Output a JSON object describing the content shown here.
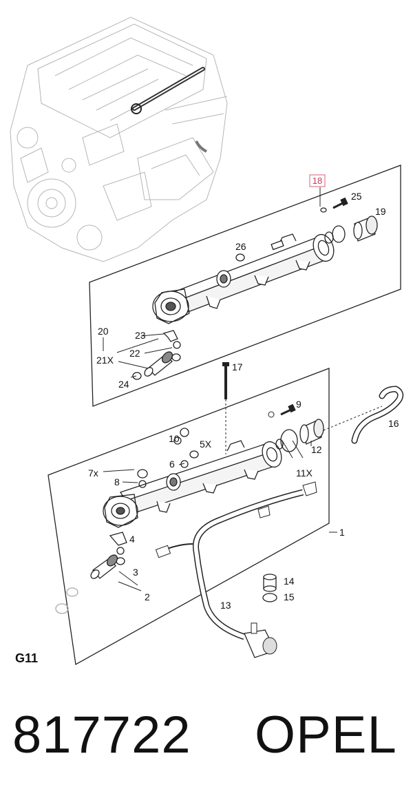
{
  "diagram": {
    "section_code": "G11",
    "highlighted_callout": "18",
    "callouts": {
      "c1": "1",
      "c2": "2",
      "c3": "3",
      "c4": "4",
      "c5x": "5X",
      "c6": "6",
      "c7x": "7x",
      "c8": "8",
      "c9": "9",
      "c10": "10",
      "c11x": "11X",
      "c12": "12",
      "c13": "13",
      "c14": "14",
      "c15": "15",
      "c16": "16",
      "c17": "17",
      "c18": "18",
      "c19": "19",
      "c20": "20",
      "c21x": "21X",
      "c22": "22",
      "c23": "23",
      "c24": "24",
      "c25": "25",
      "c26": "26"
    }
  },
  "footer": {
    "part_number": "817722",
    "brand": "OPEL"
  }
}
